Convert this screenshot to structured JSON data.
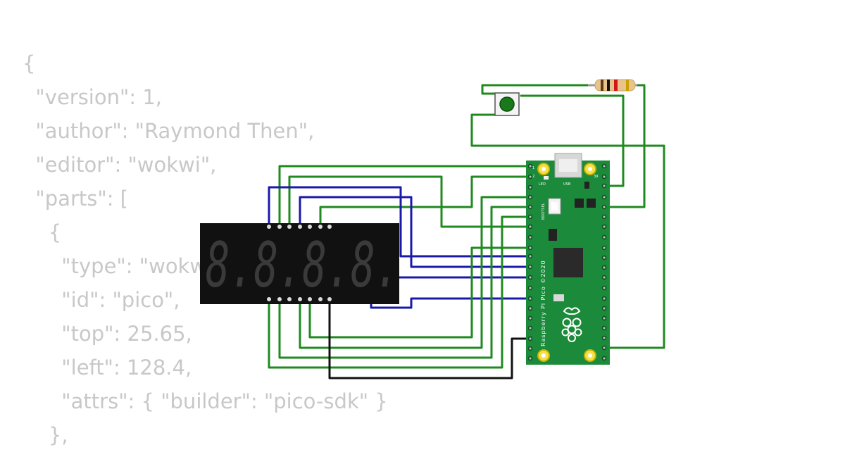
{
  "code_lines": [
    "{",
    "  \"version\": 1,",
    "  \"author\": \"Raymond Then\",",
    "  \"editor\": \"wokwi\",",
    "  \"parts\": [",
    "    {",
    "      \"type\": \"wokwi-pi-pico\",",
    "      \"id\": \"pico\",",
    "      \"top\": 25.65,",
    "      \"left\": 128.4,",
    "      \"attrs\": { \"builder\": \"pico-sdk\" }",
    "    },"
  ],
  "board": {
    "name": "Raspberry Pi Pico ©2020",
    "led_label": "LED",
    "usb_label": "USB",
    "bootsel_label": "BOOTSEL",
    "pin_top_left": "1",
    "pin_second_left": "2",
    "pin_top_right": "39",
    "color": "#1b8a3a"
  },
  "display": {
    "digit_text": "8.8.8.8."
  },
  "colors": {
    "wire_green": "#1f8a1f",
    "wire_blue": "#1a1aa8",
    "wire_black": "#111111"
  }
}
